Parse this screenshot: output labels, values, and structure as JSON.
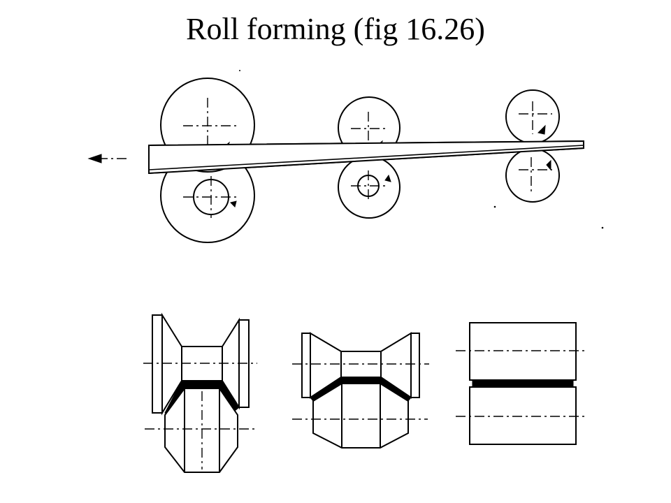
{
  "slide": {
    "title": "Roll forming (fig 16.26)"
  },
  "figure": {
    "upper_view": {
      "roll_pairs": 3,
      "flow_direction": "left"
    },
    "lower_view": {
      "roll_stand_sections": 3
    },
    "stroke_color": "#000000",
    "background_color": "#ffffff"
  }
}
